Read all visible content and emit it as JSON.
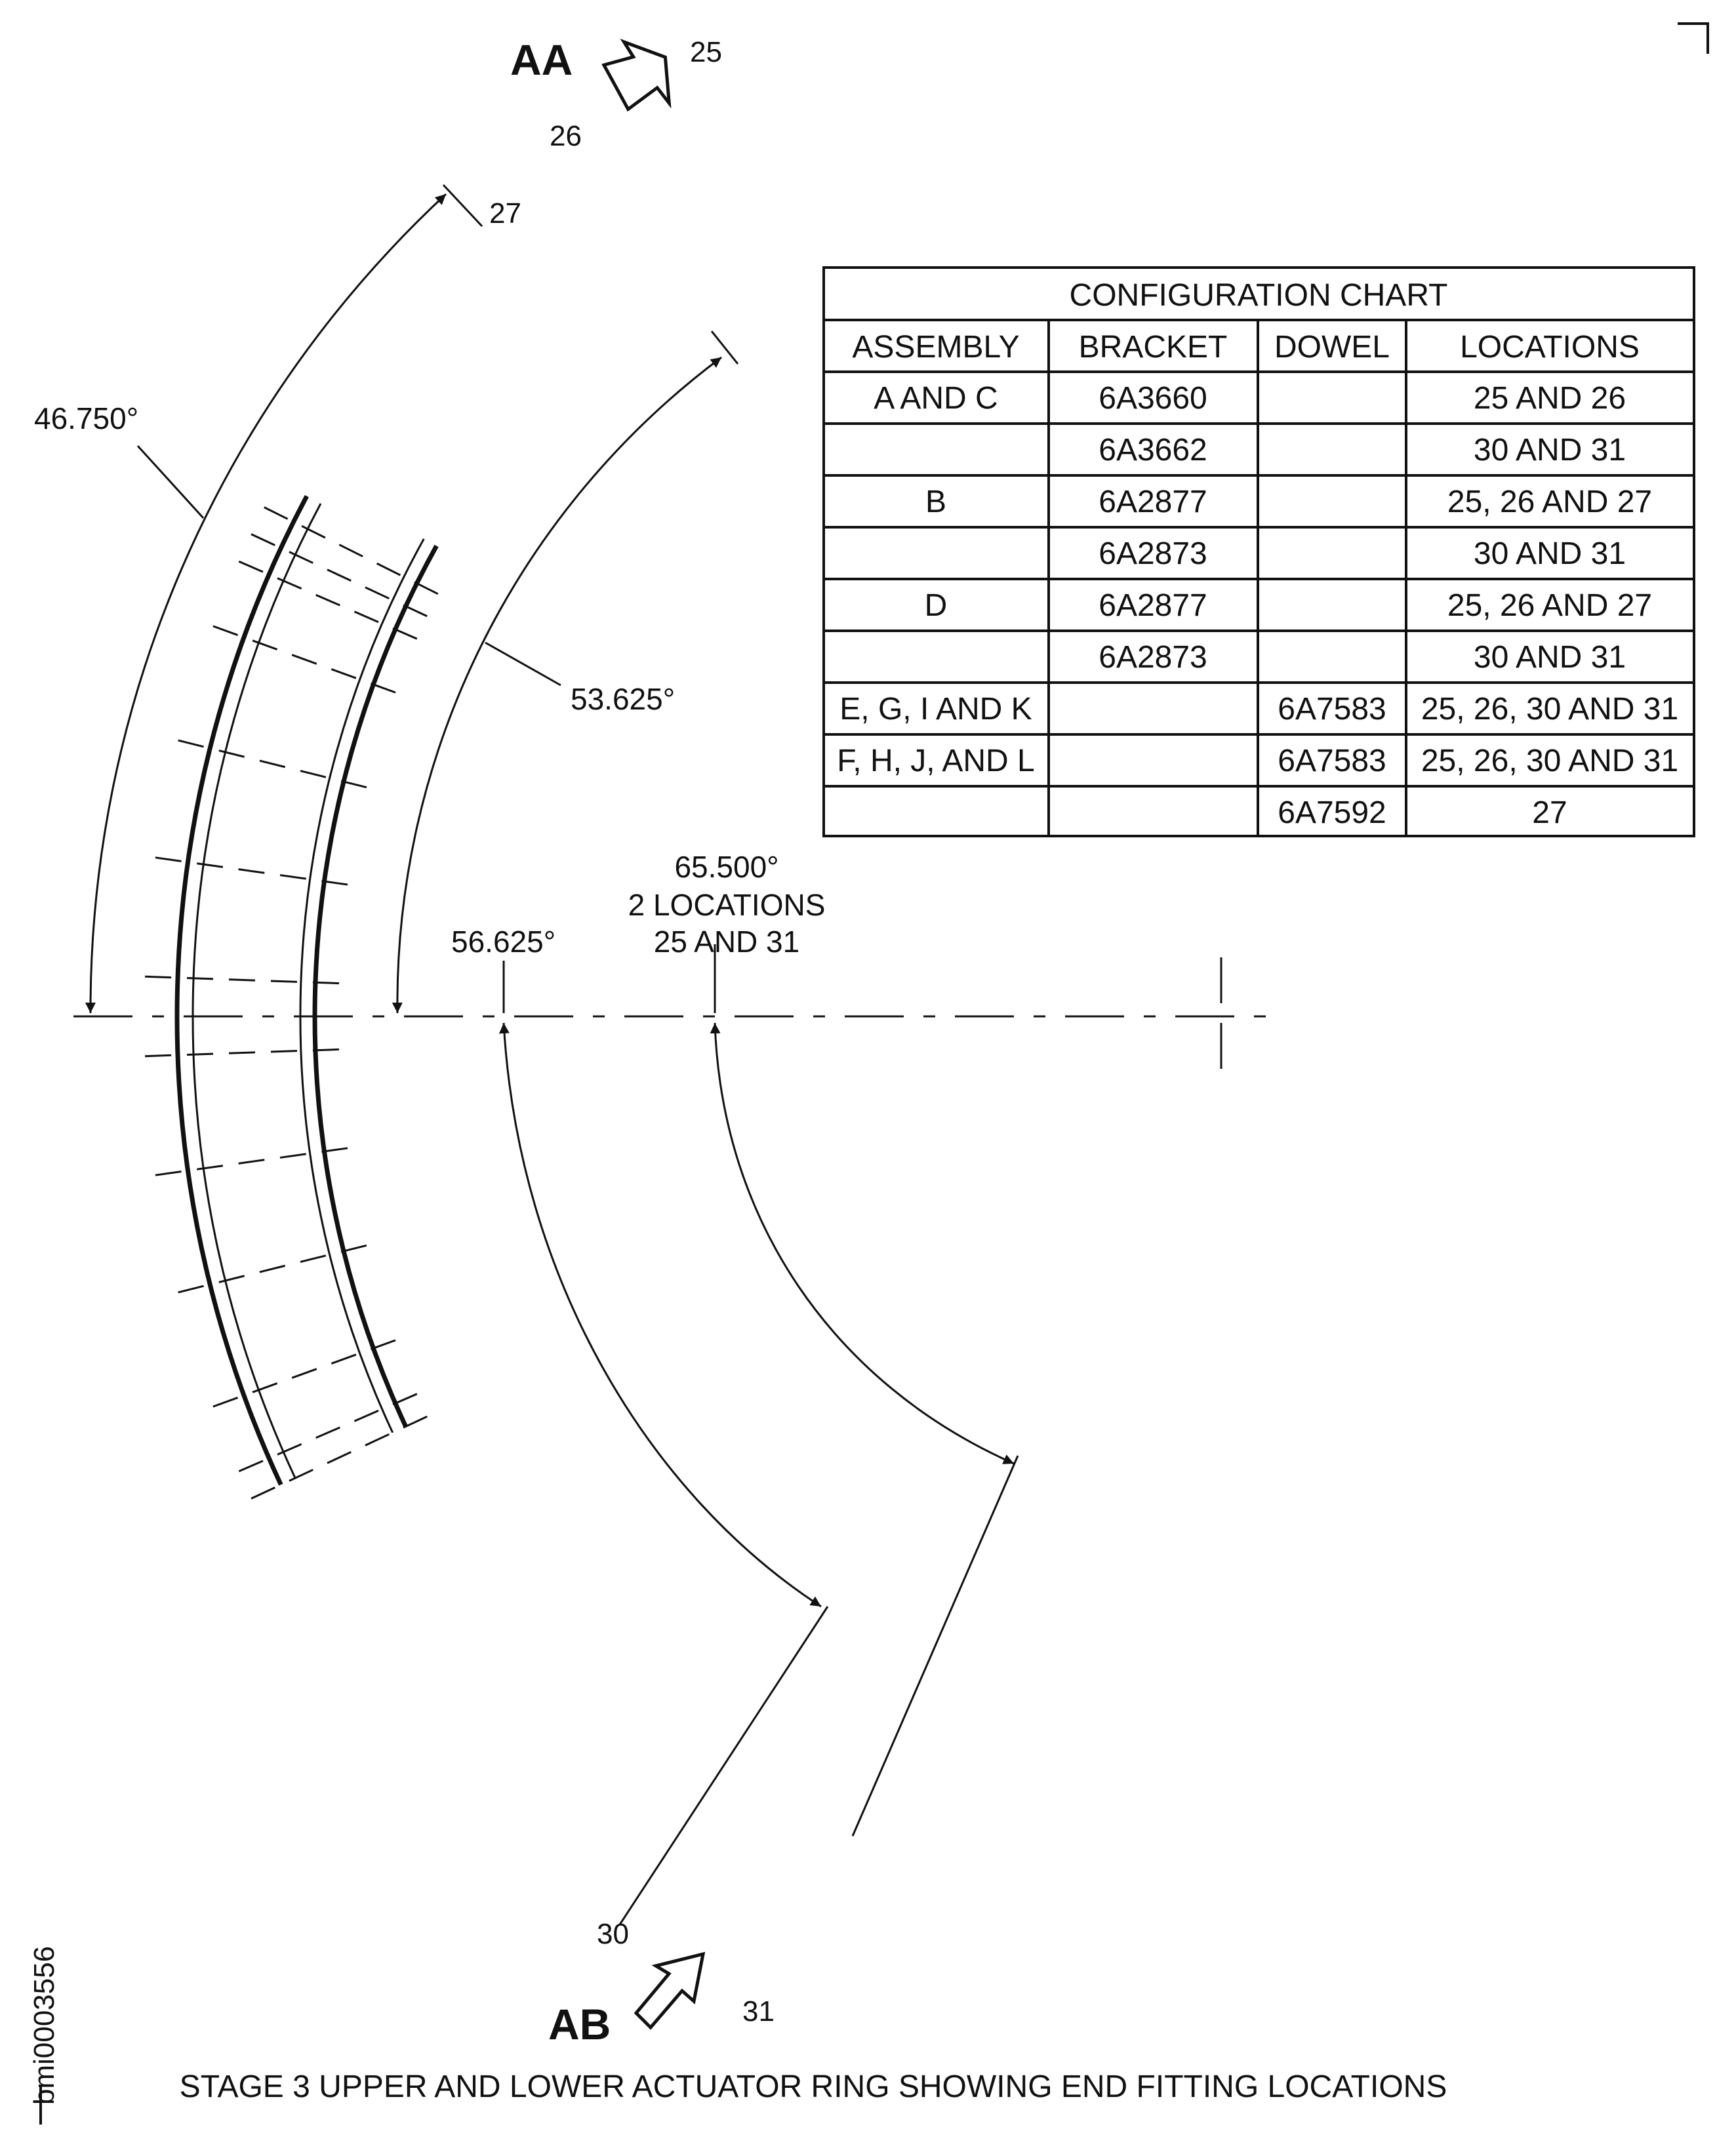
{
  "view_labels": {
    "top": "AA",
    "bottom": "AB"
  },
  "locations": {
    "l25": "25",
    "l26": "26",
    "l27": "27",
    "l30": "30",
    "l31": "31"
  },
  "dimensions": {
    "d1": "46.750°",
    "d2": "53.625°",
    "d3": "56.625°",
    "d4_line1": "65.500°",
    "d4_line2": "2 LOCATIONS",
    "d4_line3": "25 AND 31"
  },
  "configuration_chart": {
    "title": "CONFIGURATION CHART",
    "headers": [
      "ASSEMBLY",
      "BRACKET",
      "DOWEL",
      "LOCATIONS"
    ],
    "rows": [
      [
        "A AND C",
        "6A3660",
        "",
        "25 AND 26"
      ],
      [
        "",
        "6A3662",
        "",
        "30 AND 31"
      ],
      [
        "B",
        "6A2877",
        "",
        "25, 26 AND 27"
      ],
      [
        "",
        "6A2873",
        "",
        "30 AND 31"
      ],
      [
        "D",
        "6A2877",
        "",
        "25, 26 AND 27"
      ],
      [
        "",
        "6A2873",
        "",
        "30 AND 31"
      ],
      [
        "E, G, I AND K",
        "",
        "6A7583",
        "25, 26, 30 AND 31"
      ],
      [
        "F, H, J, AND L",
        "",
        "6A7583",
        "25, 26, 30 AND 31"
      ],
      [
        "",
        "",
        "6A7592",
        "27"
      ]
    ]
  },
  "caption": "STAGE 3 UPPER AND LOWER ACTUATOR RING SHOWING END FITTING LOCATIONS",
  "figure_id": "bmi0003556"
}
